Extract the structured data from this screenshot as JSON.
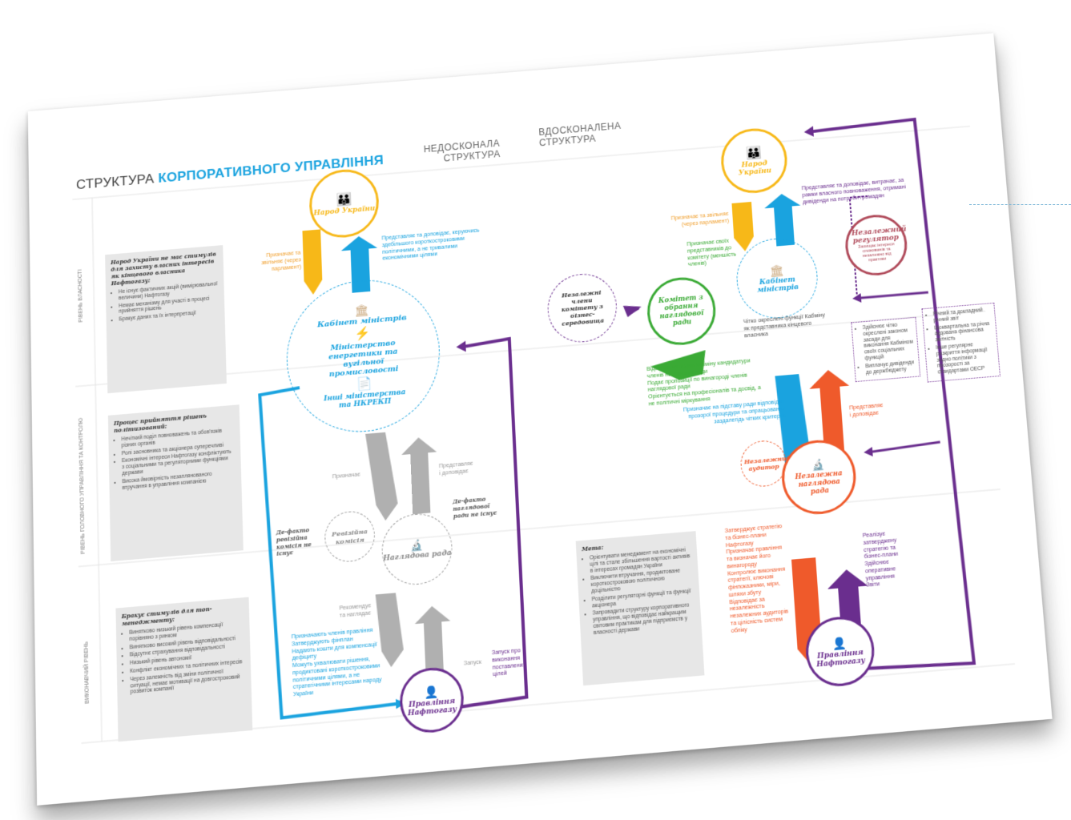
{
  "title": {
    "prefix": "СТРУКТУРА ",
    "highlight": "КОРПОРАТИВНОГО УПРАВЛІННЯ"
  },
  "columns": {
    "imperfect": "НЕДОСКОНАЛА СТРУКТУРА",
    "improved": "ВДОСКОНАЛЕНА СТРУКТУРА"
  },
  "rows": {
    "ownership": "РІВЕНЬ ВЛАСНОСТІ",
    "control": "РІВЕНЬ ГОЛОВНОГО УПРАВЛІННЯ ТА КОНТРОЛЮ",
    "executive": "ВИКОНАВЧИЙ РІВЕНЬ"
  },
  "left_boxes": [
    {
      "heading": "Народ України не має стимулів для захисту власних інтересів як кінцевого власника Нафтогазу:",
      "items": [
        "Не існує фактичних акцій (вимірювальної величини) Нафтогазу",
        "Немає механізму для участі в процесі прийняття рішень",
        "Бракує даних та їх інтерпретації"
      ]
    },
    {
      "heading": "Процес прийняття рішень політизований:",
      "items": [
        "Нечіткий поділ повноважень та обов'язків різних органів",
        "Ролі засновника та акціонера суперечливі",
        "Економічні інтереси Нафтогазу конфліктують з соціальними та регуляторними функціями держави",
        "Висока ймовірність незаплянованого втручання в управління компанією"
      ]
    },
    {
      "heading": "Бракує стимулів для топ-менеджменту:",
      "items": [
        "Винятково низький рівень компенсації порівняно з ринком",
        "Винятково високий рівень відповідальності",
        "Відсутнє страхування відповідальності",
        "Низький рівень автономії",
        "Конфлікт економічних та політичних інтересів",
        "Через залежність від зміни політичної ситуації, немає мотивації на довгостроковий розвиток компанії"
      ]
    }
  ],
  "imperfect": {
    "people": "Народ України",
    "appoint": "Призначає та звільняє (через парламент)",
    "represent": "Представляє та доповідає, керуючись здебільшого короткостроковими політичними, а не тривалими економічними цілями",
    "cabinet": "Кабінет міністрів",
    "ministry": "Міністерство енергетики та вугільної промисловості",
    "others": "Інші міністерства та НКРЕКП",
    "appoints": "Призначає",
    "reports": "Представляє і доповідає",
    "audit_commission": "Ревізійна комісія",
    "audit_note": "Де-факто ревізійна комісія не існує",
    "board": "Наглядова рада",
    "board_note": "Де-факто наглядової ради не існує",
    "recommend": "Рекомендує та наглядає",
    "launch": "Запуск",
    "launch_goals": "Запуск про виконання поставлених цілей",
    "functions": [
      "Призначають членів правління",
      "Затверджують фінплан",
      "Надають кошти для компенсації дефіциту",
      "Можуть ухвалювати рішення, продиктовані короткостроковими політичними цілями, а не стратегічними інтересами народу України"
    ],
    "management": "Правління Нафтогазу"
  },
  "goals_box": {
    "heading": "Мета:",
    "items": [
      "Орієнтувати менеджмент на економічні цілі та стале збільшення вартості активів в інтересах громадян України",
      "Виключити втручання, продиктоване короткостроковою політичною доцільністю",
      "Розділити регуляторні функції та функції акціонера",
      "Запровадити структуру корпоративного управління, що відповідає найкращим світовим практикам для підприємств у власності держави"
    ]
  },
  "improved": {
    "people": "Народ України",
    "appoint": "Призначає та звільняє (через парламент)",
    "represent": "Представляє та доповідає, витрачає, за рамки власного повноваження, отримані дивіденди на потреби громадян",
    "regulator": "Незалежний регулятор",
    "regulator_sub": "Захищає інтереси споживачів та незалежно від практики",
    "cabinet": "Кабінет міністрів",
    "cabinet_note": "Чітко окреслені функції Кабміну як представника кінцевого власника",
    "committee_members": "Незалежні члени комітету з бізнес-середовища",
    "committee": "Комітет з обрання наглядової ради",
    "appoint_reps": "Призначає своїх представників до комітету (меншість членів)",
    "selection": [
      "Відбирає та подає Кабміну кандидатури членів наглядової ради",
      "Подає пропозиції по винагороді членів наглядової ради",
      "Орієнтується на професіоналів та досвід, а не політичні міркування"
    ],
    "appoint_board": "Призначає на підставу ради відповідно прозорої процедури та опрацьованих заздалегідь чітких критеріїв",
    "charter_box": [
      "Здійснює чітко окреслені законом засади для виконання Кабміном своїх соціальних функцій",
      "Виплачує дивіденди до держбюджету"
    ],
    "report_box": [
      "Річний та докладний річний звіт",
      "Щоквартальна та річна аудована фінансова звітність",
      "Інше регулярне розкриття інформації згідно політики з прозорості за стандартами OECP"
    ],
    "auditor": "Незалежний аудитор",
    "board": "Незалежна наглядова рада",
    "board_reports": "Представляє і доповідає",
    "board_functions": [
      "Затверджує стратегію та бізнес-плани Нафтогазу",
      "Призначає правління та визначає його винагороду",
      "Контролює виконання стратегії, ключові фінпоказники, міри, шляхи збуту",
      "Відповідає за незалежність незалежних аудиторів та цілісність систем обліку"
    ],
    "mgmt_functions": [
      "Реалізує затверджену стратегію та бізнес-плани",
      "Здійснює оперативне управління",
      "Звіти"
    ],
    "management": "Правління Нафтогазу"
  }
}
